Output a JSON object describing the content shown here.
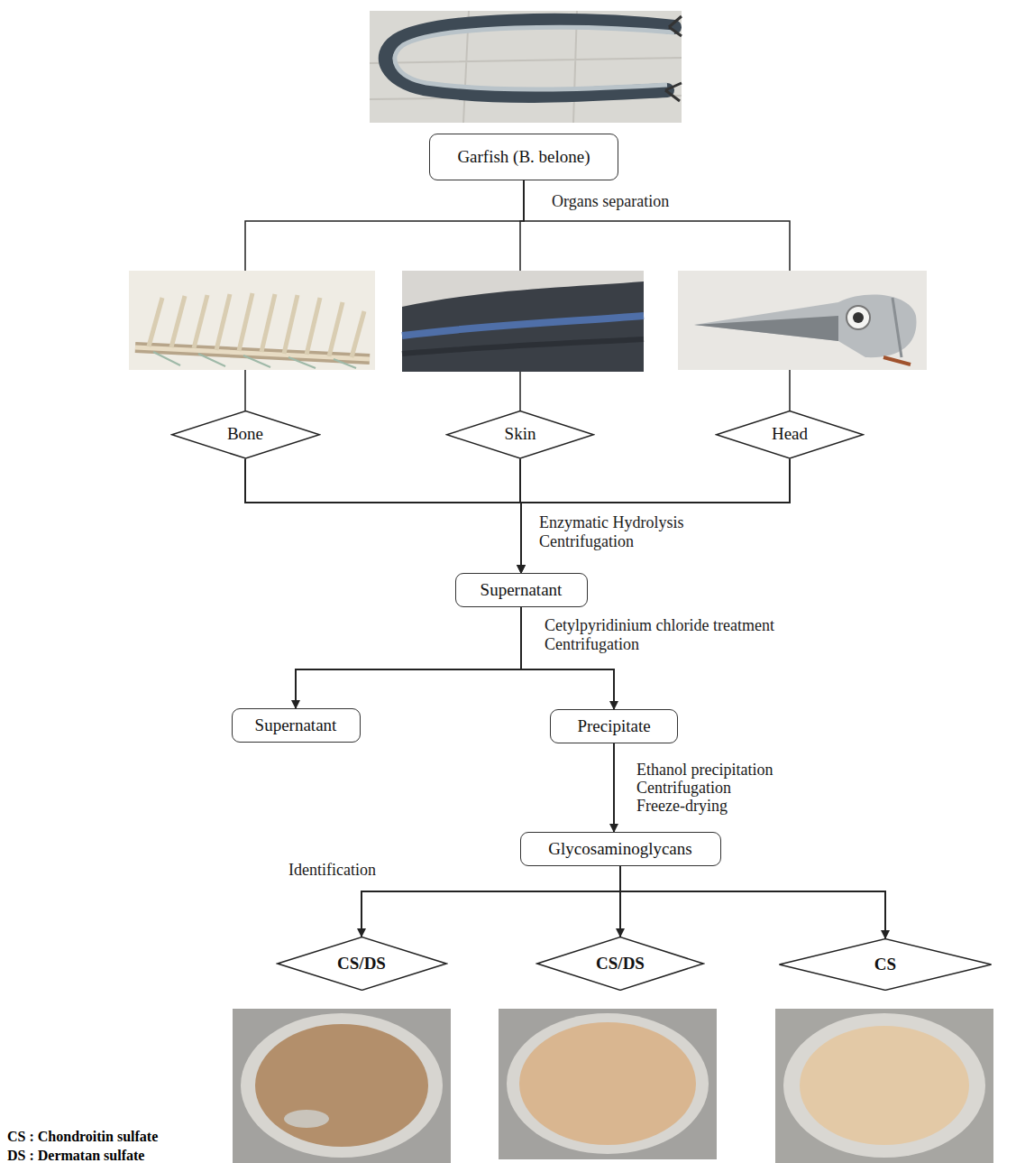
{
  "diagram": {
    "nodes": [
      {
        "text": [
          "Garfish (B. belone)"
        ]
      },
      {
        "text": [
          "Bone"
        ]
      },
      {
        "text": [
          "Skin"
        ]
      },
      {
        "text": [
          "Head"
        ]
      },
      {
        "text": [
          "Supernatant"
        ]
      },
      {
        "text": [
          "Supernatant"
        ]
      },
      {
        "text": [
          "Precipitate"
        ]
      },
      {
        "text": [
          "Glycosaminoglycans"
        ]
      },
      {
        "text": [
          "CS/DS"
        ]
      },
      {
        "text": [
          "CS/DS"
        ]
      },
      {
        "text": [
          "CS"
        ]
      }
    ],
    "edges": [
      {
        "from": 0,
        "to": 1,
        "arrow": "none"
      },
      {
        "from": 0,
        "to": 2,
        "arrow": "none"
      },
      {
        "from": 0,
        "to": 3,
        "arrow": "none"
      },
      {
        "from": 1,
        "to": 4,
        "arrow": "to"
      },
      {
        "from": 2,
        "to": 4,
        "arrow": "to"
      },
      {
        "from": 3,
        "to": 4,
        "arrow": "to"
      },
      {
        "from": 4,
        "to": 5,
        "arrow": "to"
      },
      {
        "from": 4,
        "to": 6,
        "arrow": "to"
      },
      {
        "from": 6,
        "to": 7,
        "arrow": "to"
      },
      {
        "from": 7,
        "to": 8,
        "arrow": "to"
      },
      {
        "from": 7,
        "to": 9,
        "arrow": "to"
      },
      {
        "from": 7,
        "to": 10,
        "arrow": "to"
      }
    ],
    "labels": [
      "Organs separation",
      "Enzymatic Hydrolysis",
      "Centrifugation",
      "Cetylpyridinium chloride treatment",
      "Centrifugation",
      "Ethanol precipitation",
      "Centrifugation",
      "Freeze-drying",
      "Identification",
      "CS : Chondroitin sulfate",
      "DS : Dermatan sulfate"
    ]
  }
}
